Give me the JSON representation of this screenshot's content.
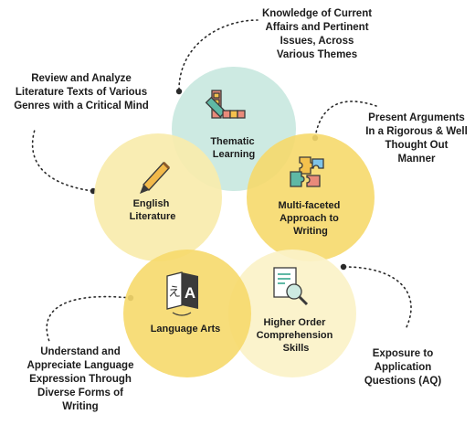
{
  "circles": {
    "thematic": {
      "lines": [
        "Thematic",
        "Learning"
      ],
      "color": "#cdeae2",
      "icon": "color-swatch-icon"
    },
    "english": {
      "lines": [
        "English",
        "Literature"
      ],
      "color": "#f8ecad",
      "icon": "pen-nib-icon"
    },
    "multifaceted": {
      "lines": [
        "Multi-faceted",
        "Approach to",
        "Writing"
      ],
      "color": "#f6d96b",
      "icon": "puzzle-icon"
    },
    "language": {
      "lines": [
        "Language Arts"
      ],
      "color": "#f6d96b",
      "icon": "translate-icon"
    },
    "comprehension": {
      "lines": [
        "Higher Order",
        "Comprehension",
        "Skills"
      ],
      "color": "#fbf2c8",
      "icon": "document-magnifier-icon"
    }
  },
  "notes": {
    "current_affairs": "Knowledge of Current Affairs and Pertinent Issues, Across Various Themes",
    "review_analyze": "Review and Analyze Literature Texts of Various Genres with a Critical Mind",
    "present_arguments": "Present Arguments In a Rigorous & Well Thought Out Manner",
    "understand_appreciate": "Understand and Appreciate Language Expression Through Diverse Forms of Writing",
    "exposure": "Exposure to Application Questions (AQ)"
  },
  "colors": {
    "connector": "#2a2a2a",
    "text": "#1c1c1c"
  }
}
